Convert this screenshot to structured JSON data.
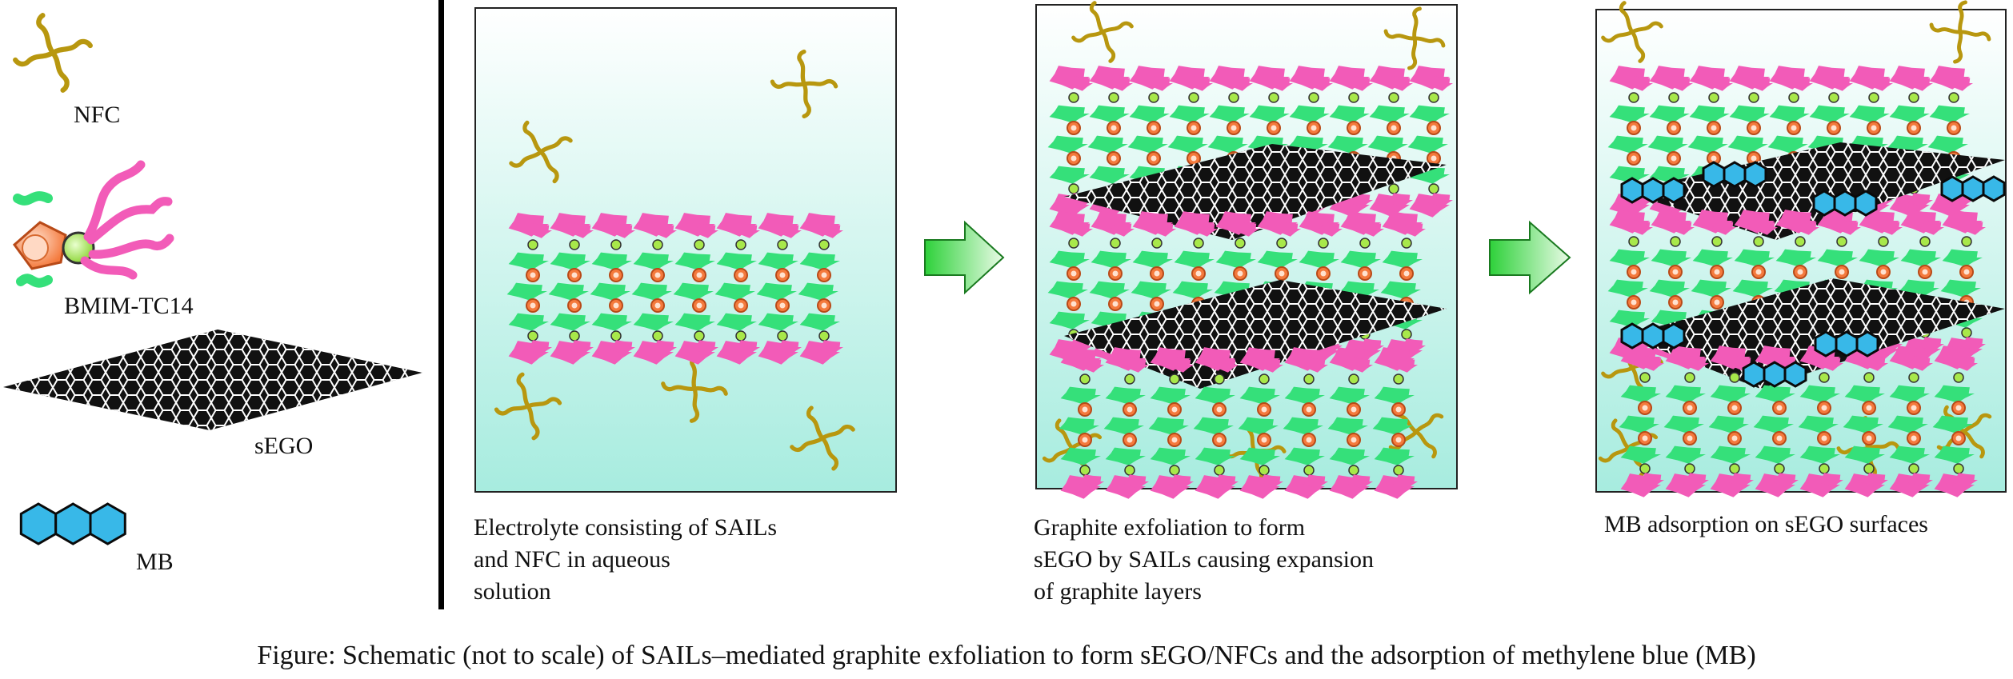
{
  "legend": {
    "nfc": "NFC",
    "bmim": "BMIM-TC14",
    "sego": "sEGO",
    "mb": "MB"
  },
  "captions": {
    "panel1": [
      "Electrolyte consisting of SAILs",
      "and NFC in aqueous",
      "solution"
    ],
    "panel2": [
      "Graphite exfoliation to form",
      "sEGO by SAILs causing expansion",
      "of graphite layers"
    ],
    "panel3": [
      "MB adsorption on sEGO surfaces"
    ]
  },
  "figure_caption": "Figure: Schematic (not to scale) of SAILs–mediated graphite exfoliation to form sEGO/NFCs and the adsorption of methylene blue (MB)",
  "colors": {
    "nfc": "#b8970f",
    "tail_pink": "#f25bb8",
    "tail_green": "#35e07a",
    "head_orange": "#f47a3d",
    "head_lime": "#a8e84a",
    "mb_blue": "#38b8e8",
    "sheet": "#111111",
    "panel_top": "#ffffff",
    "panel_bottom": "#a7ecdf",
    "arrow": "#2ed13a"
  }
}
